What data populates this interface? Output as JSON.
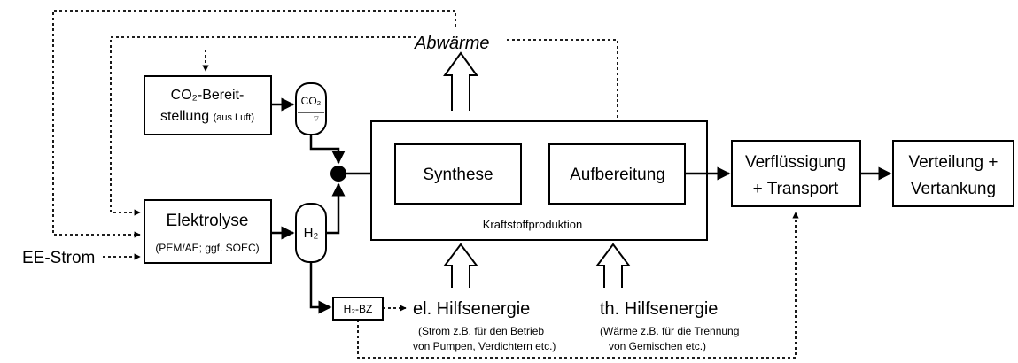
{
  "waste_heat": "Abwärme",
  "co2_box": {
    "line1": "CO₂-Bereit-",
    "line2_main": "stellung ",
    "line2_small": "(aus Luft)"
  },
  "co2_tank": "CO₂",
  "elektrolyse": {
    "title": "Elektrolyse",
    "subtitle": "(PEM/AE; ggf. SOEC)"
  },
  "h2_tank": "H₂",
  "ee_strom": "EE-Strom",
  "synthese": "Synthese",
  "aufbereitung": "Aufbereitung",
  "kraftstoff": "Kraftstoffproduktion",
  "verfluessigung": {
    "line1": "Verflüssigung",
    "line2": "+ Transport"
  },
  "verteilung": {
    "line1": "Verteilung +",
    "line2": "Vertankung"
  },
  "h2bz": "H₂-BZ",
  "el_hilfs": {
    "title": "el. Hilfsenergie",
    "note1": "(Strom z.B. für den Betrieb",
    "note2": "von Pumpen, Verdichtern etc.)"
  },
  "th_hilfs": {
    "title": "th. Hilfsenergie",
    "note1": "(Wärme z.B. für die Trennung",
    "note2": "von Gemischen etc.)"
  }
}
